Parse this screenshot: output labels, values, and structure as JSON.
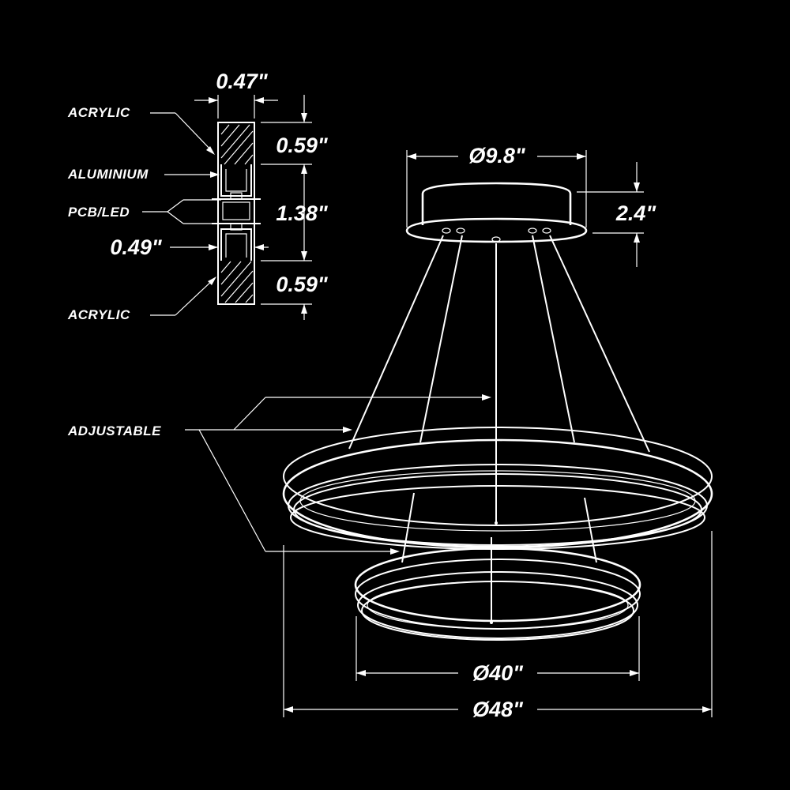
{
  "cross_section": {
    "labels": {
      "acrylic_top": "ACRYLIC",
      "aluminium": "ALUMINIUM",
      "pcb_led": "PCB/LED",
      "acrylic_bottom": "ACRYLIC"
    },
    "dimensions": {
      "width": "0.47\"",
      "top_acrylic": "0.59\"",
      "middle": "1.38\"",
      "side": "0.49\"",
      "bottom_acrylic": "0.59\""
    }
  },
  "canopy": {
    "diameter": "Ø9.8\"",
    "height": "2.4\""
  },
  "rings": {
    "adjustable_label": "ADJUSTABLE",
    "small_diameter": "Ø40\"",
    "large_diameter": "Ø48\""
  },
  "colors": {
    "background": "#000000",
    "linework": "#ffffff"
  }
}
